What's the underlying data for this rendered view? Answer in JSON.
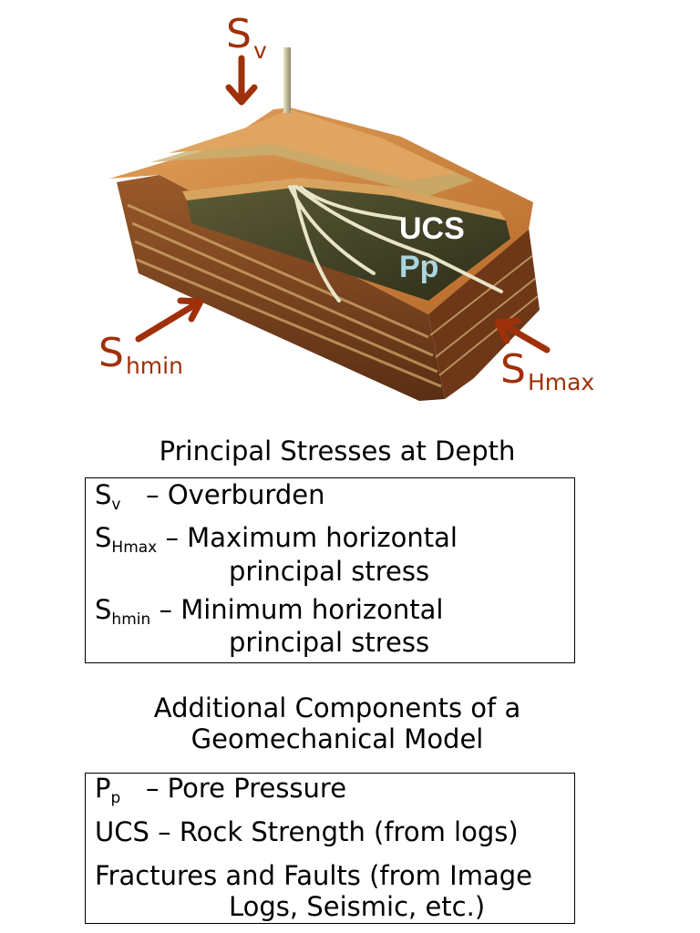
{
  "figure": {
    "labels": {
      "sv": {
        "main": "S",
        "sub": "v"
      },
      "shmin": {
        "main": "S",
        "sub": "hmin"
      },
      "shmax": {
        "main": "S",
        "sub": "Hmax"
      },
      "ucs": "UCS",
      "pp": "Pp"
    },
    "colors": {
      "arrow": "#a0300a",
      "top_surface": "#c9803a",
      "reservoir": "#4a4a2c",
      "rock_side": "#8a4b22",
      "ucs_text": "#ffffff",
      "pp_text": "#a9d6df"
    },
    "icons": [
      "down-arrow-icon",
      "diagonal-arrow-icon",
      "well-pipe-icon"
    ]
  },
  "principal": {
    "heading": "Principal Stresses at Depth",
    "items": [
      {
        "sym": "S",
        "sub": "v",
        "desc": "– Overburden",
        "cont": ""
      },
      {
        "sym": "S",
        "sub": "Hmax",
        "desc": "– Maximum horizontal",
        "cont": "principal stress"
      },
      {
        "sym": "S",
        "sub": "hmin",
        "desc": "– Minimum horizontal",
        "cont": "principal stress"
      }
    ]
  },
  "additional": {
    "heading_line1": "Additional Components of a",
    "heading_line2": "Geomechanical Model",
    "items": [
      {
        "sym": "P",
        "sub": "p",
        "desc": "– Pore Pressure",
        "cont": ""
      },
      {
        "sym": "UCS",
        "sub": "",
        "desc": "– Rock Strength (from logs)",
        "cont": ""
      },
      {
        "sym": "",
        "sub": "",
        "desc": "Fractures and Faults (from Image",
        "cont": "Logs, Seismic, etc.)"
      }
    ]
  }
}
